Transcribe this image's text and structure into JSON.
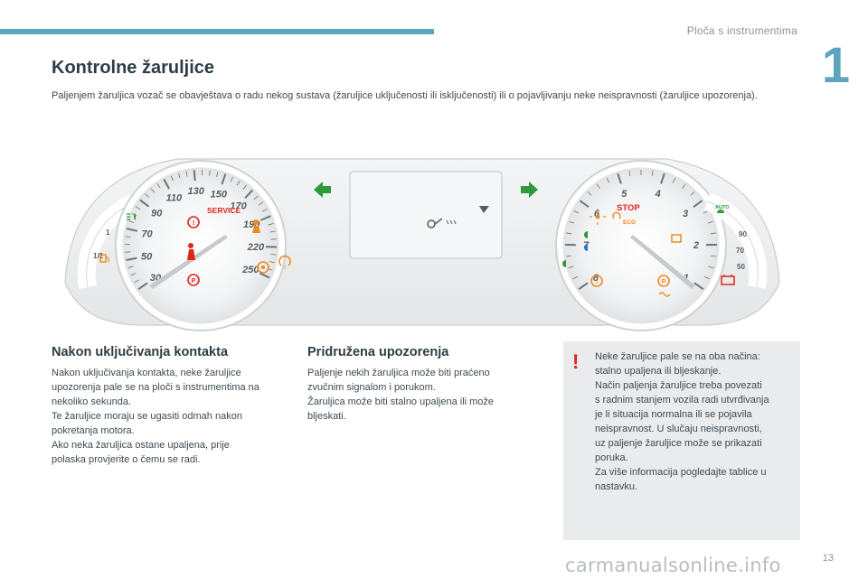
{
  "header": {
    "section": "Ploča s instrumentima",
    "chapter": "1"
  },
  "title": "Kontrolne žaruljice",
  "intro": "Paljenjem žaruljica vozač se obavještava o radu nekog sustava (žaruljice uključenosti ili isključenosti) ili o pojavljivanju neke neispravnosti (žaruljice upozorenja).",
  "cluster": {
    "speedo_ticks": [
      "30",
      "50",
      "70",
      "90",
      "110",
      "130",
      "150",
      "170",
      "190",
      "220",
      "250"
    ],
    "tacho_ticks": [
      "1",
      "2",
      "3",
      "4",
      "5",
      "6",
      "7",
      "8"
    ],
    "left_gauge_ticks": [
      "1",
      "1/2"
    ],
    "right_gauge_ticks": [
      "50",
      "70",
      "90"
    ],
    "service_label": "SERVICE",
    "stop_label": "STOP",
    "eco_label": "ECO",
    "auto_label": "AUTO",
    "colors": {
      "red": "#e1251b",
      "orange": "#f08a1c",
      "green": "#2e9a3a",
      "blue": "#1e78c8",
      "needle": "#c7c9cb"
    },
    "icons": [
      "fuel-pump-icon",
      "seatbelt-icon",
      "parking-brake-icon",
      "service-wrench-icon",
      "brake-icon",
      "airbag-icon",
      "turn-signal-left-icon",
      "turn-signal-right-icon",
      "dipped-beam-icon",
      "fog-light-icon",
      "stop-start-icon",
      "battery-icon",
      "engine-check-icon",
      "wiper-icon"
    ]
  },
  "col1": {
    "title": "Nakon uključivanja kontakta",
    "lines": [
      "Nakon uključivanja kontakta, neke žaruljice",
      "upozorenja pale se na ploči s instrumentima na",
      "nekoliko sekunda.",
      "Te žaruljice moraju se ugasiti odmah nakon",
      "pokretanja motora.",
      "Ako neka žaruljica ostane upaljena, prije",
      "polaska provjerite o čemu se radi."
    ]
  },
  "col2": {
    "title": "Pridružena upozorenja",
    "lines": [
      "Paljenje nekih žaruljica može biti praćeno",
      "zvučnim signalom i porukom.",
      "Žaruljica može biti stalno upaljena ili može",
      "bljeskati."
    ]
  },
  "note": {
    "mark": "!",
    "lines": [
      "Neke žaruljice pale se na oba načina:",
      "stalno upaljena ili bljeskanje.",
      "Način paljenja žaruljice treba povezati",
      "s radnim stanjem vozila radi utvrđivanja",
      "je li situacija normalna ili se pojavila",
      "neispravnost. U slučaju neispravnosti,",
      "uz paljenje žaruljice može se prikazati",
      "poruka.",
      "Za više informacija pogledajte tablice u",
      "nastavku."
    ]
  },
  "page_number": "13",
  "watermark": "carmanualsonline.info"
}
